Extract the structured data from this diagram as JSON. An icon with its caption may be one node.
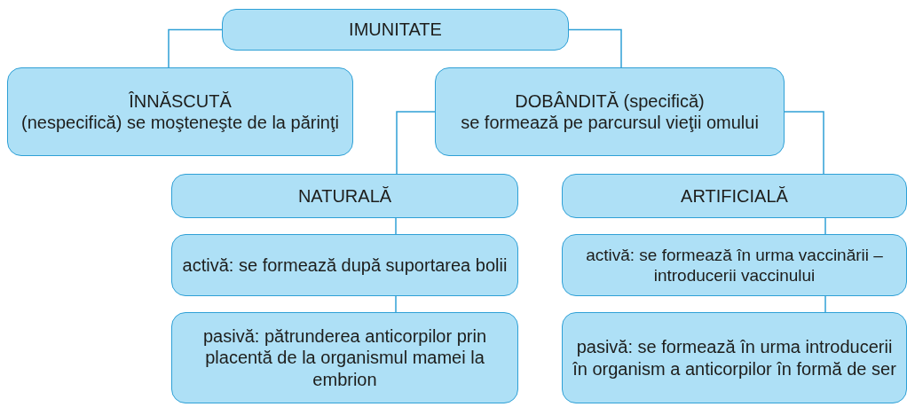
{
  "diagram": {
    "nodes": [
      {
        "text": [
          "IMUNITATE"
        ]
      },
      {
        "text": [
          "ÎNNĂSCUTĂ",
          "(nespecifică) se moşteneşte de la părinţi"
        ]
      },
      {
        "text": [
          "DOBÂNDITĂ (specifică)",
          "se formează pe parcursul vieţii omului"
        ]
      },
      {
        "text": [
          "NATURALĂ"
        ]
      },
      {
        "text": [
          "ARTIFICIALĂ"
        ]
      },
      {
        "text": [
          "activă: se formează după suportarea bolii"
        ]
      },
      {
        "text": [
          "pasivă: pătrunderea anticorpilor prin placentă de la organismul mamei la embrion"
        ]
      },
      {
        "text": [
          "activă: se formează în urma vaccinării – introducerii vaccinului"
        ]
      },
      {
        "text": [
          "pasivă: se formează în urma introducerii în organism a anticorpilor în formă de ser"
        ]
      }
    ],
    "edges": [
      {
        "from": 0,
        "to": 1,
        "arrow": "none"
      },
      {
        "from": 0,
        "to": 2,
        "arrow": "none"
      },
      {
        "from": 2,
        "to": 3,
        "arrow": "none"
      },
      {
        "from": 2,
        "to": 4,
        "arrow": "none"
      },
      {
        "from": 3,
        "to": 5,
        "arrow": "none"
      },
      {
        "from": 5,
        "to": 6,
        "arrow": "none"
      },
      {
        "from": 4,
        "to": 7,
        "arrow": "none"
      },
      {
        "from": 7,
        "to": 8,
        "arrow": "none"
      }
    ]
  }
}
